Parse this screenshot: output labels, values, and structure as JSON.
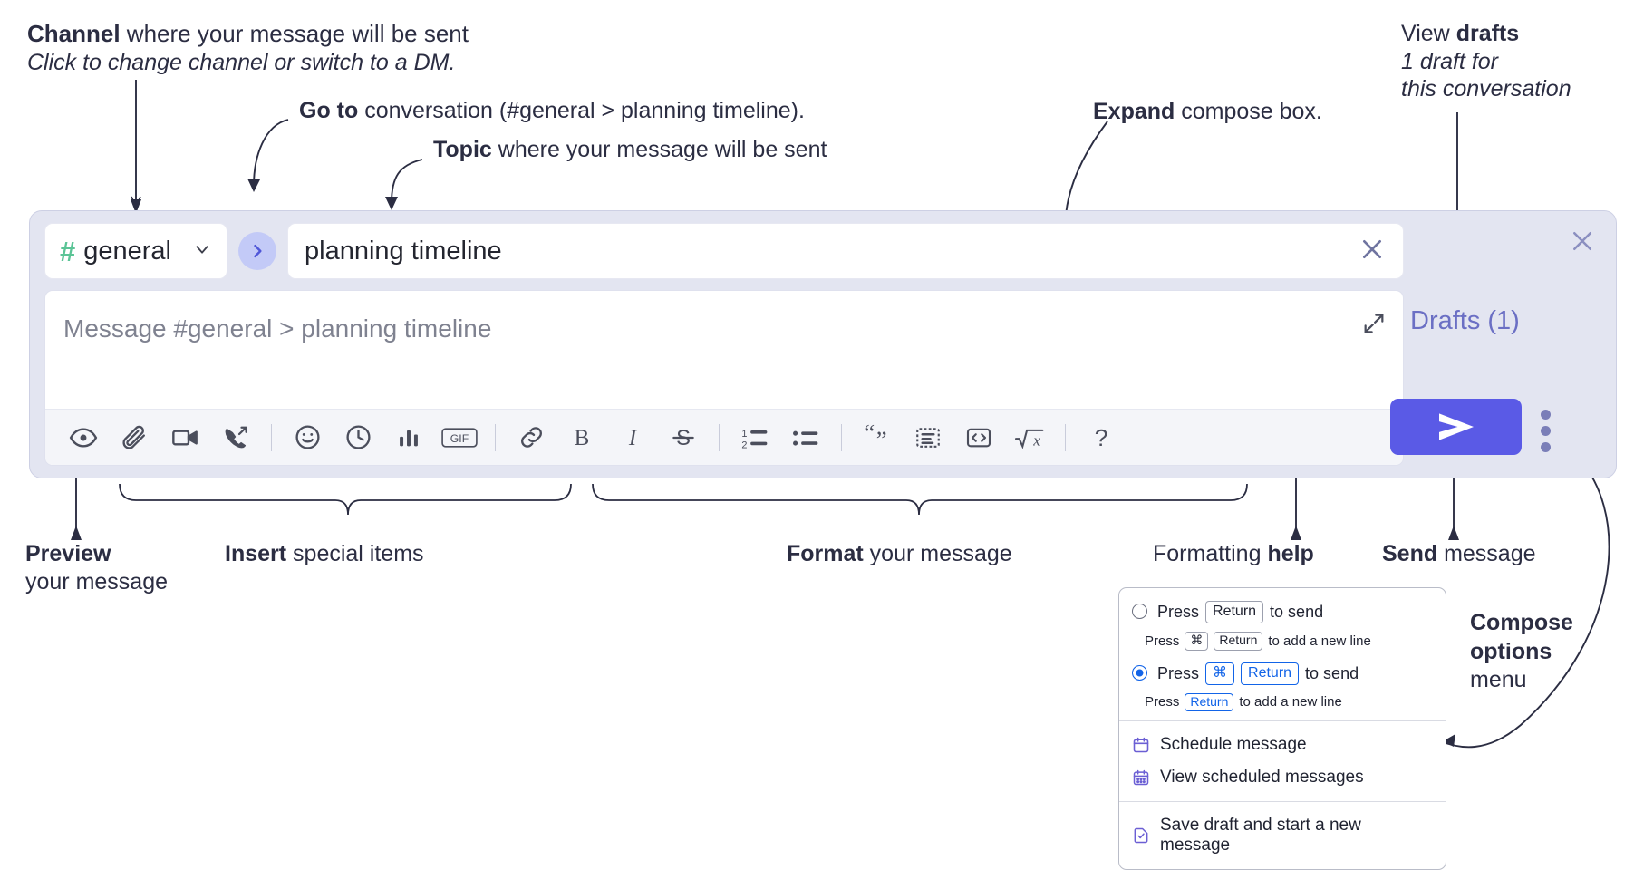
{
  "annotations": {
    "channel": {
      "bold": "Channel",
      "rest": " where your message will be sent",
      "sub": "Click to change channel or switch to a DM."
    },
    "goto": {
      "bold": "Go to",
      "rest": " conversation (#general > planning timeline)."
    },
    "topic": {
      "bold": "Topic",
      "rest": " where your message will be sent"
    },
    "expand": {
      "pre": "Expand",
      "rest": " compose box."
    },
    "drafts": {
      "pre": "View ",
      "bold": "drafts",
      "l2": "1 draft for",
      "l3": "this conversation"
    },
    "preview": {
      "bold": "Preview",
      "l2": "your message"
    },
    "insert": {
      "bold": "Insert",
      "rest": " special items"
    },
    "format": {
      "bold": "Format",
      "rest": " your message"
    },
    "formatting_help": {
      "pre": "Formatting ",
      "bold": "help"
    },
    "send": {
      "bold": "Send",
      "rest": " message"
    },
    "compose_options": {
      "l1": "Compose",
      "l2": "options",
      "l3": "menu"
    }
  },
  "compose": {
    "channel_name": "general",
    "hash_symbol": "#",
    "topic_value": "planning timeline",
    "message_placeholder": "Message #general > planning timeline",
    "drafts_label": "Drafts (1)",
    "accent_color": "#5a5ae6",
    "hash_color": "#5bc496",
    "panel_color": "#e3e5f1",
    "toolbar": [
      {
        "name": "preview-icon",
        "label": "Preview"
      },
      {
        "name": "attachment-icon",
        "label": "Attach file"
      },
      {
        "name": "video-icon",
        "label": "Video clip"
      },
      {
        "name": "audio-call-icon",
        "label": "Audio clip"
      },
      {
        "sep": true
      },
      {
        "name": "emoji-icon",
        "label": "Emoji"
      },
      {
        "name": "clock-icon",
        "label": "Reminder"
      },
      {
        "name": "poll-icon",
        "label": "Poll"
      },
      {
        "name": "gif-icon",
        "label": "GIF"
      },
      {
        "sep": true
      },
      {
        "name": "link-icon",
        "label": "Link"
      },
      {
        "name": "bold-icon",
        "label": "B"
      },
      {
        "name": "italic-icon",
        "label": "I"
      },
      {
        "name": "strikethrough-icon",
        "label": "S"
      },
      {
        "sep": true
      },
      {
        "name": "ordered-list-icon",
        "label": "Ordered list"
      },
      {
        "name": "bulleted-list-icon",
        "label": "Bulleted list"
      },
      {
        "sep": true
      },
      {
        "name": "blockquote-icon",
        "label": "Blockquote"
      },
      {
        "name": "code-block-icon",
        "label": "Code block"
      },
      {
        "name": "inline-code-icon",
        "label": "Code"
      },
      {
        "name": "math-icon",
        "label": "Math"
      },
      {
        "sep": true
      },
      {
        "name": "help-icon",
        "label": "?"
      }
    ]
  },
  "menu": {
    "options": [
      {
        "selected": false,
        "main": [
          {
            "t": "Press"
          },
          {
            "k": "Return"
          },
          {
            "t": "to send"
          }
        ],
        "sub": [
          {
            "t": "Press"
          },
          {
            "k": "⌘"
          },
          {
            "k": "Return"
          },
          {
            "t": "to add a new line"
          }
        ]
      },
      {
        "selected": true,
        "main": [
          {
            "t": "Press"
          },
          {
            "k": "⌘",
            "blue": true
          },
          {
            "k": "Return",
            "blue": true
          },
          {
            "t": "to send"
          }
        ],
        "sub": [
          {
            "t": "Press"
          },
          {
            "k": "Return",
            "blue": true
          },
          {
            "t": "to add a new line"
          }
        ]
      }
    ],
    "items_group_a": [
      {
        "icon": "calendar-icon",
        "label": "Schedule message"
      },
      {
        "icon": "calendar-grid-icon",
        "label": "View scheduled messages"
      }
    ],
    "items_group_b": [
      {
        "icon": "save-draft-icon",
        "label": "Save draft and start a new message"
      }
    ]
  }
}
